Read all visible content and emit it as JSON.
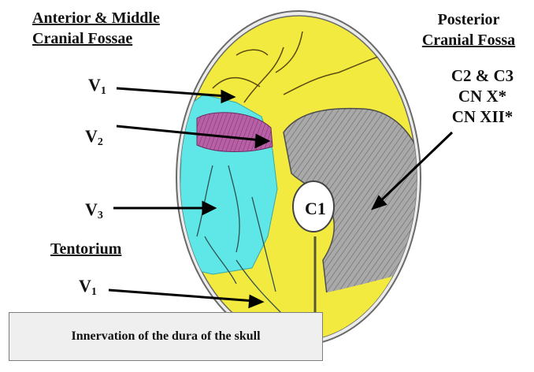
{
  "labels": {
    "anterior_line1": "Anterior & Middle",
    "anterior_line2": "Cranial Fossae",
    "posterior_line1": "Posterior",
    "posterior_line2": "Cranial Fossa",
    "nerves_line1": "C2 & C3",
    "nerves_line2": "CN X*",
    "nerves_line3": "CN XII*",
    "v1_top": "V",
    "v1_top_sub": "1",
    "v2": "V",
    "v2_sub": "2",
    "v3": "V",
    "v3_sub": "3",
    "tentorium": "Tentorium",
    "v1_bottom": "V",
    "v1_bottom_sub": "1",
    "c1": "C1"
  },
  "caption": "Innervation of the dura of the skull",
  "colors": {
    "v1_region": "#f2ea3e",
    "v2_region": "#b760a6",
    "v3_region": "#5fe6e6",
    "posterior_fossa": "#9a9a9a",
    "skull_outline": "#555555"
  }
}
